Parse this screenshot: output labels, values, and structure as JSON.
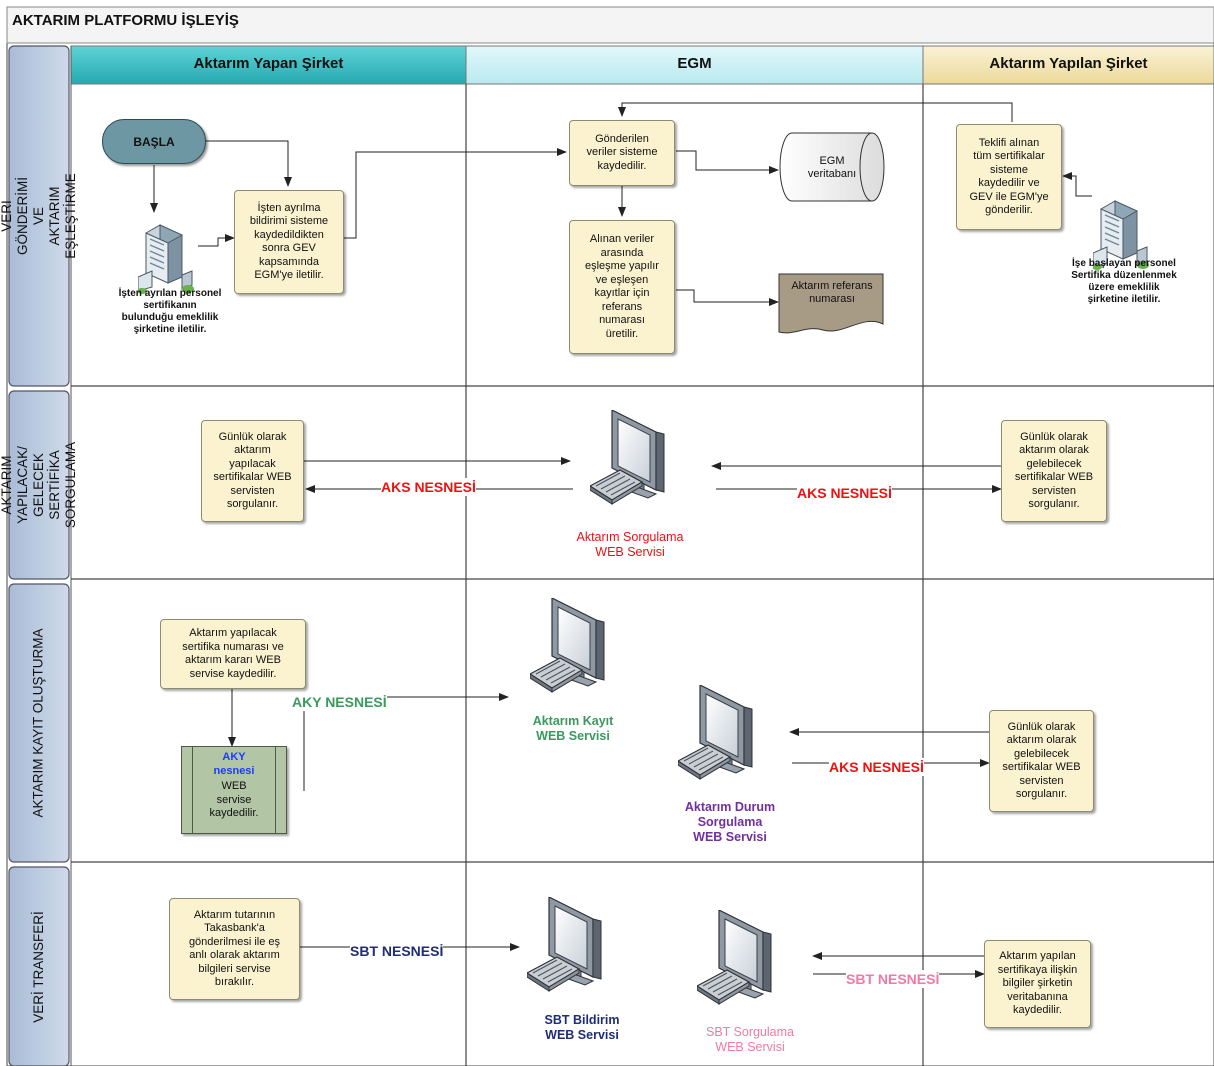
{
  "title": "AKTARIM PLATFORMU İŞLEYİŞ",
  "columns": [
    "Aktarım Yapan Şirket",
    "EGM",
    "Aktarım Yapılan Şirket"
  ],
  "lanes": [
    "VERİ GÖNDERİMİ VE\nAKTARIM EŞLEŞTİRME",
    "AKTARIM YAPILACAK/\nGELECEK SERTİFİKA\nSORGULAMA",
    "AKTARIM KAYIT OLUŞTURMA",
    "VERİ TRANSFERİ"
  ],
  "lane1": {
    "start": "BAŞLA",
    "building_left_caption": "İşten ayrılan personel\nsertifikanın\nbulunduğu emeklilik\nşirketine iletilir.",
    "box_leave": "İşten ayrılma\nbildirimi sisteme\nkaydedildikten\nsonra GEV\nkapsamında\nEGM'ye iletilir.",
    "box_saved": "Gönderilen\nveriler sisteme\nkaydedilir.",
    "db": "EGM\nveritabanı",
    "box_match": "Alınan veriler\narasında\neşleşme yapılır\nve eşleşen\nkayıtlar için\nreferans\nnumarası\nüretilir.",
    "doc": "Aktarım referans\nnumarası",
    "box_offer": "Teklifi alınan\ntüm sertifikalar\nsisteme\nkaydedilir ve\nGEV ile EGM'ye\ngönderilir.",
    "building_right_caption": "İşe başlayan personel\nSertifika düzenlenmek\nüzere emeklilik\nşirketine iletilir."
  },
  "lane2": {
    "box_left": "Günlük olarak\naktarım\nyapılacak\nsertifikalar WEB\nservisten\nsorgulanır.",
    "box_right": "Günlük olarak\naktarım olarak\ngelebilecek\nsertifikalar WEB\nservisten\nsorgulanır.",
    "service": "Aktarım Sorgulama\nWEB Servisi",
    "obj_left": "AKS NESNESİ",
    "obj_right": "AKS NESNESİ"
  },
  "lane3": {
    "box_left": "Aktarım yapılacak\nsertifika numarası ve\naktarım kararı WEB\nservise  kaydedilir.",
    "green_title": "AKY\nnesnesi",
    "green_body": "WEB\nservise\nkaydedilir.",
    "obj_aky": "AKY NESNESİ",
    "service_kayit": "Aktarım Kayıt\nWEB Servisi",
    "service_durum": "Aktarım Durum\nSorgulama\nWEB Servisi",
    "obj_aks": "AKS NESNESİ",
    "box_right": "Günlük olarak\naktarım olarak\ngelebilecek\nsertifikalar WEB\nservisten\nsorgulanır."
  },
  "lane4": {
    "box_left": "Aktarım tutarının\nTakasbank'a\ngönderilmesi ile eş\nanlı olarak aktarım\nbilgileri servise\nbırakılır.",
    "obj_left": "SBT NESNESİ",
    "service_bildirim": "SBT Bildirim\nWEB Servisi",
    "service_sorgulama": "SBT Sorgulama\nWEB Servisi",
    "obj_right": "SBT NESNESİ",
    "box_right": "Aktarım yapılan\nsertifikaya ilişkin\nbilgiler şirketin\nveritabanına\nkaydedilir."
  },
  "colors": {
    "header_left": "#35c3c8",
    "header_egm": "#c6f0f5",
    "header_right": "#f3e6b7",
    "lane": "#b9c9de",
    "box": "#fbf3cf",
    "start": "#6d97a2",
    "green_box": "#b2c5a4",
    "aks_red": "#ee1111",
    "aky_green": "#3a9a5c",
    "sbt_blue": "#1f2d78",
    "durum_purple": "#7030a0",
    "pink": "#f07aa5",
    "aky_blue": "#1a3cff"
  }
}
